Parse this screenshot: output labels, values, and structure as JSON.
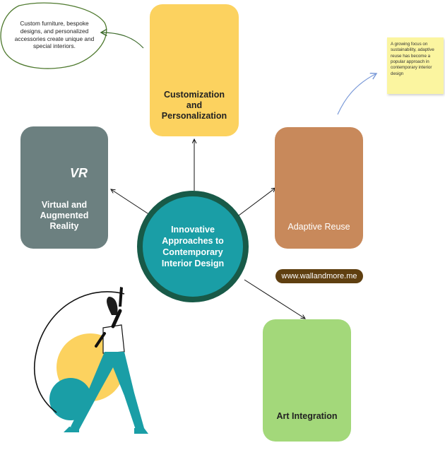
{
  "center": {
    "title": "Innovative Approaches to Contemporary Interior Design"
  },
  "nodes": {
    "customization": {
      "label": "Customization and Personalization"
    },
    "vr": {
      "label": "Virtual and Augmented Reality",
      "icon_text": "VR"
    },
    "adaptive": {
      "label": "Adaptive Reuse"
    },
    "art": {
      "label": "Art Integration"
    }
  },
  "notes": {
    "customization_note": "Custom furniture, bespoke designs, and personalized accessories create unique and special interiors.",
    "sticky_note": "A growing focus on sustainability, adaptive reuse has become a popular approach in contemporary interior design"
  },
  "website": "www.wallandmore.me",
  "colors": {
    "customization": "#fcd25f",
    "vr": "#6c8080",
    "adaptive": "#c8895b",
    "art": "#a3d87a",
    "hub_fill": "#1a9ea6",
    "hub_ring": "#185a48",
    "pill": "#5f3f10"
  }
}
